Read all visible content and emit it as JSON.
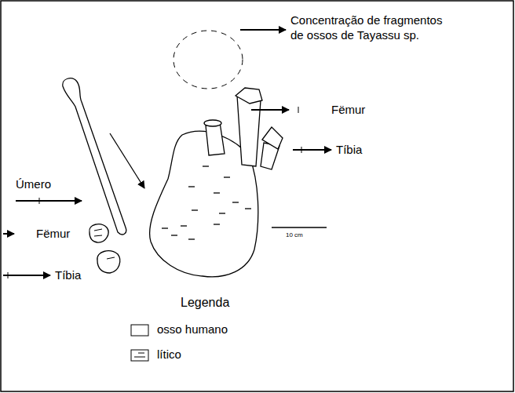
{
  "diagram": {
    "labels": [
      "Concentração de fragmentos de ossos de Tayassu sp.",
      "Fëmur",
      "Tíbia",
      "Úmero",
      "Fëmur",
      "Tíbia",
      "10 cm",
      "Legenda"
    ],
    "legend": [
      {
        "text": "osso humano"
      },
      {
        "text": "lítico"
      }
    ]
  }
}
